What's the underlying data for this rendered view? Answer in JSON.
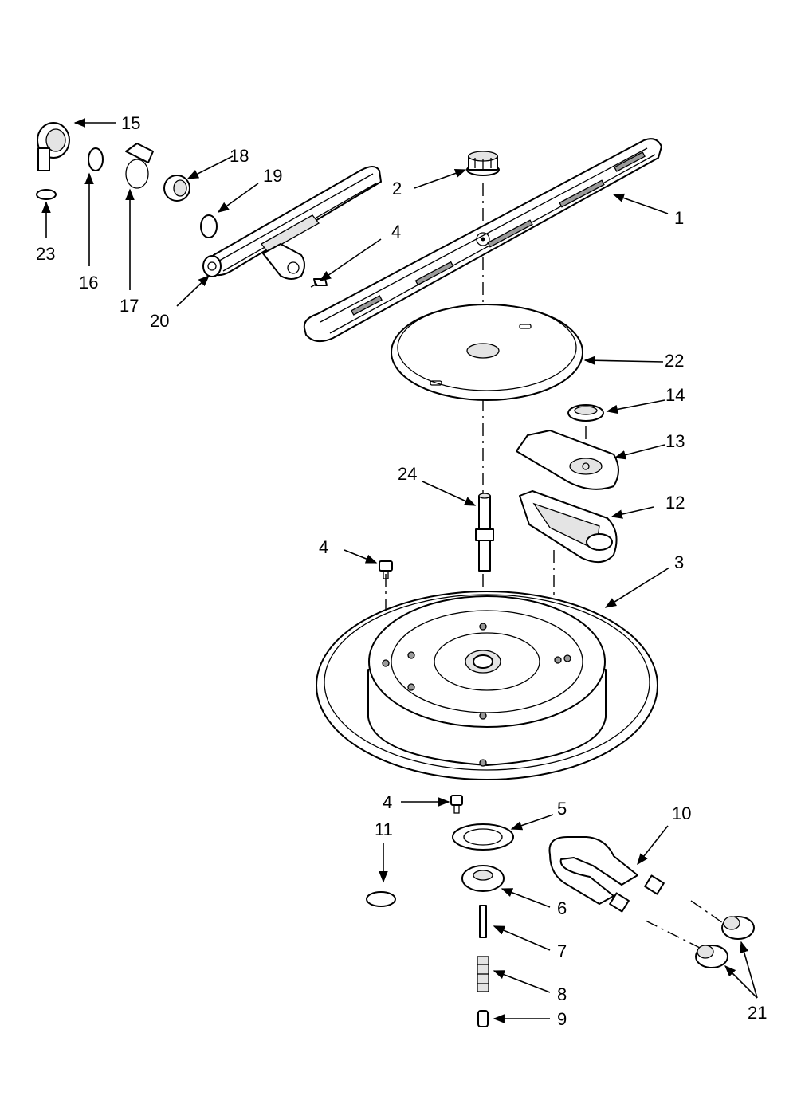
{
  "callouts": [
    {
      "id": "c1",
      "label": "1"
    },
    {
      "id": "c2",
      "label": "2"
    },
    {
      "id": "c3",
      "label": "3"
    },
    {
      "id": "c4a",
      "label": "4"
    },
    {
      "id": "c4b",
      "label": "4"
    },
    {
      "id": "c4c",
      "label": "4"
    },
    {
      "id": "c5",
      "label": "5"
    },
    {
      "id": "c6",
      "label": "6"
    },
    {
      "id": "c7",
      "label": "7"
    },
    {
      "id": "c8",
      "label": "8"
    },
    {
      "id": "c9",
      "label": "9"
    },
    {
      "id": "c10",
      "label": "10"
    },
    {
      "id": "c11",
      "label": "11"
    },
    {
      "id": "c12",
      "label": "12"
    },
    {
      "id": "c13",
      "label": "13"
    },
    {
      "id": "c14",
      "label": "14"
    },
    {
      "id": "c15",
      "label": "15"
    },
    {
      "id": "c16",
      "label": "16"
    },
    {
      "id": "c17",
      "label": "17"
    },
    {
      "id": "c18",
      "label": "18"
    },
    {
      "id": "c19",
      "label": "19"
    },
    {
      "id": "c20",
      "label": "20"
    },
    {
      "id": "c21",
      "label": "21"
    },
    {
      "id": "c22",
      "label": "22"
    },
    {
      "id": "c23",
      "label": "23"
    },
    {
      "id": "c24",
      "label": "24"
    }
  ]
}
